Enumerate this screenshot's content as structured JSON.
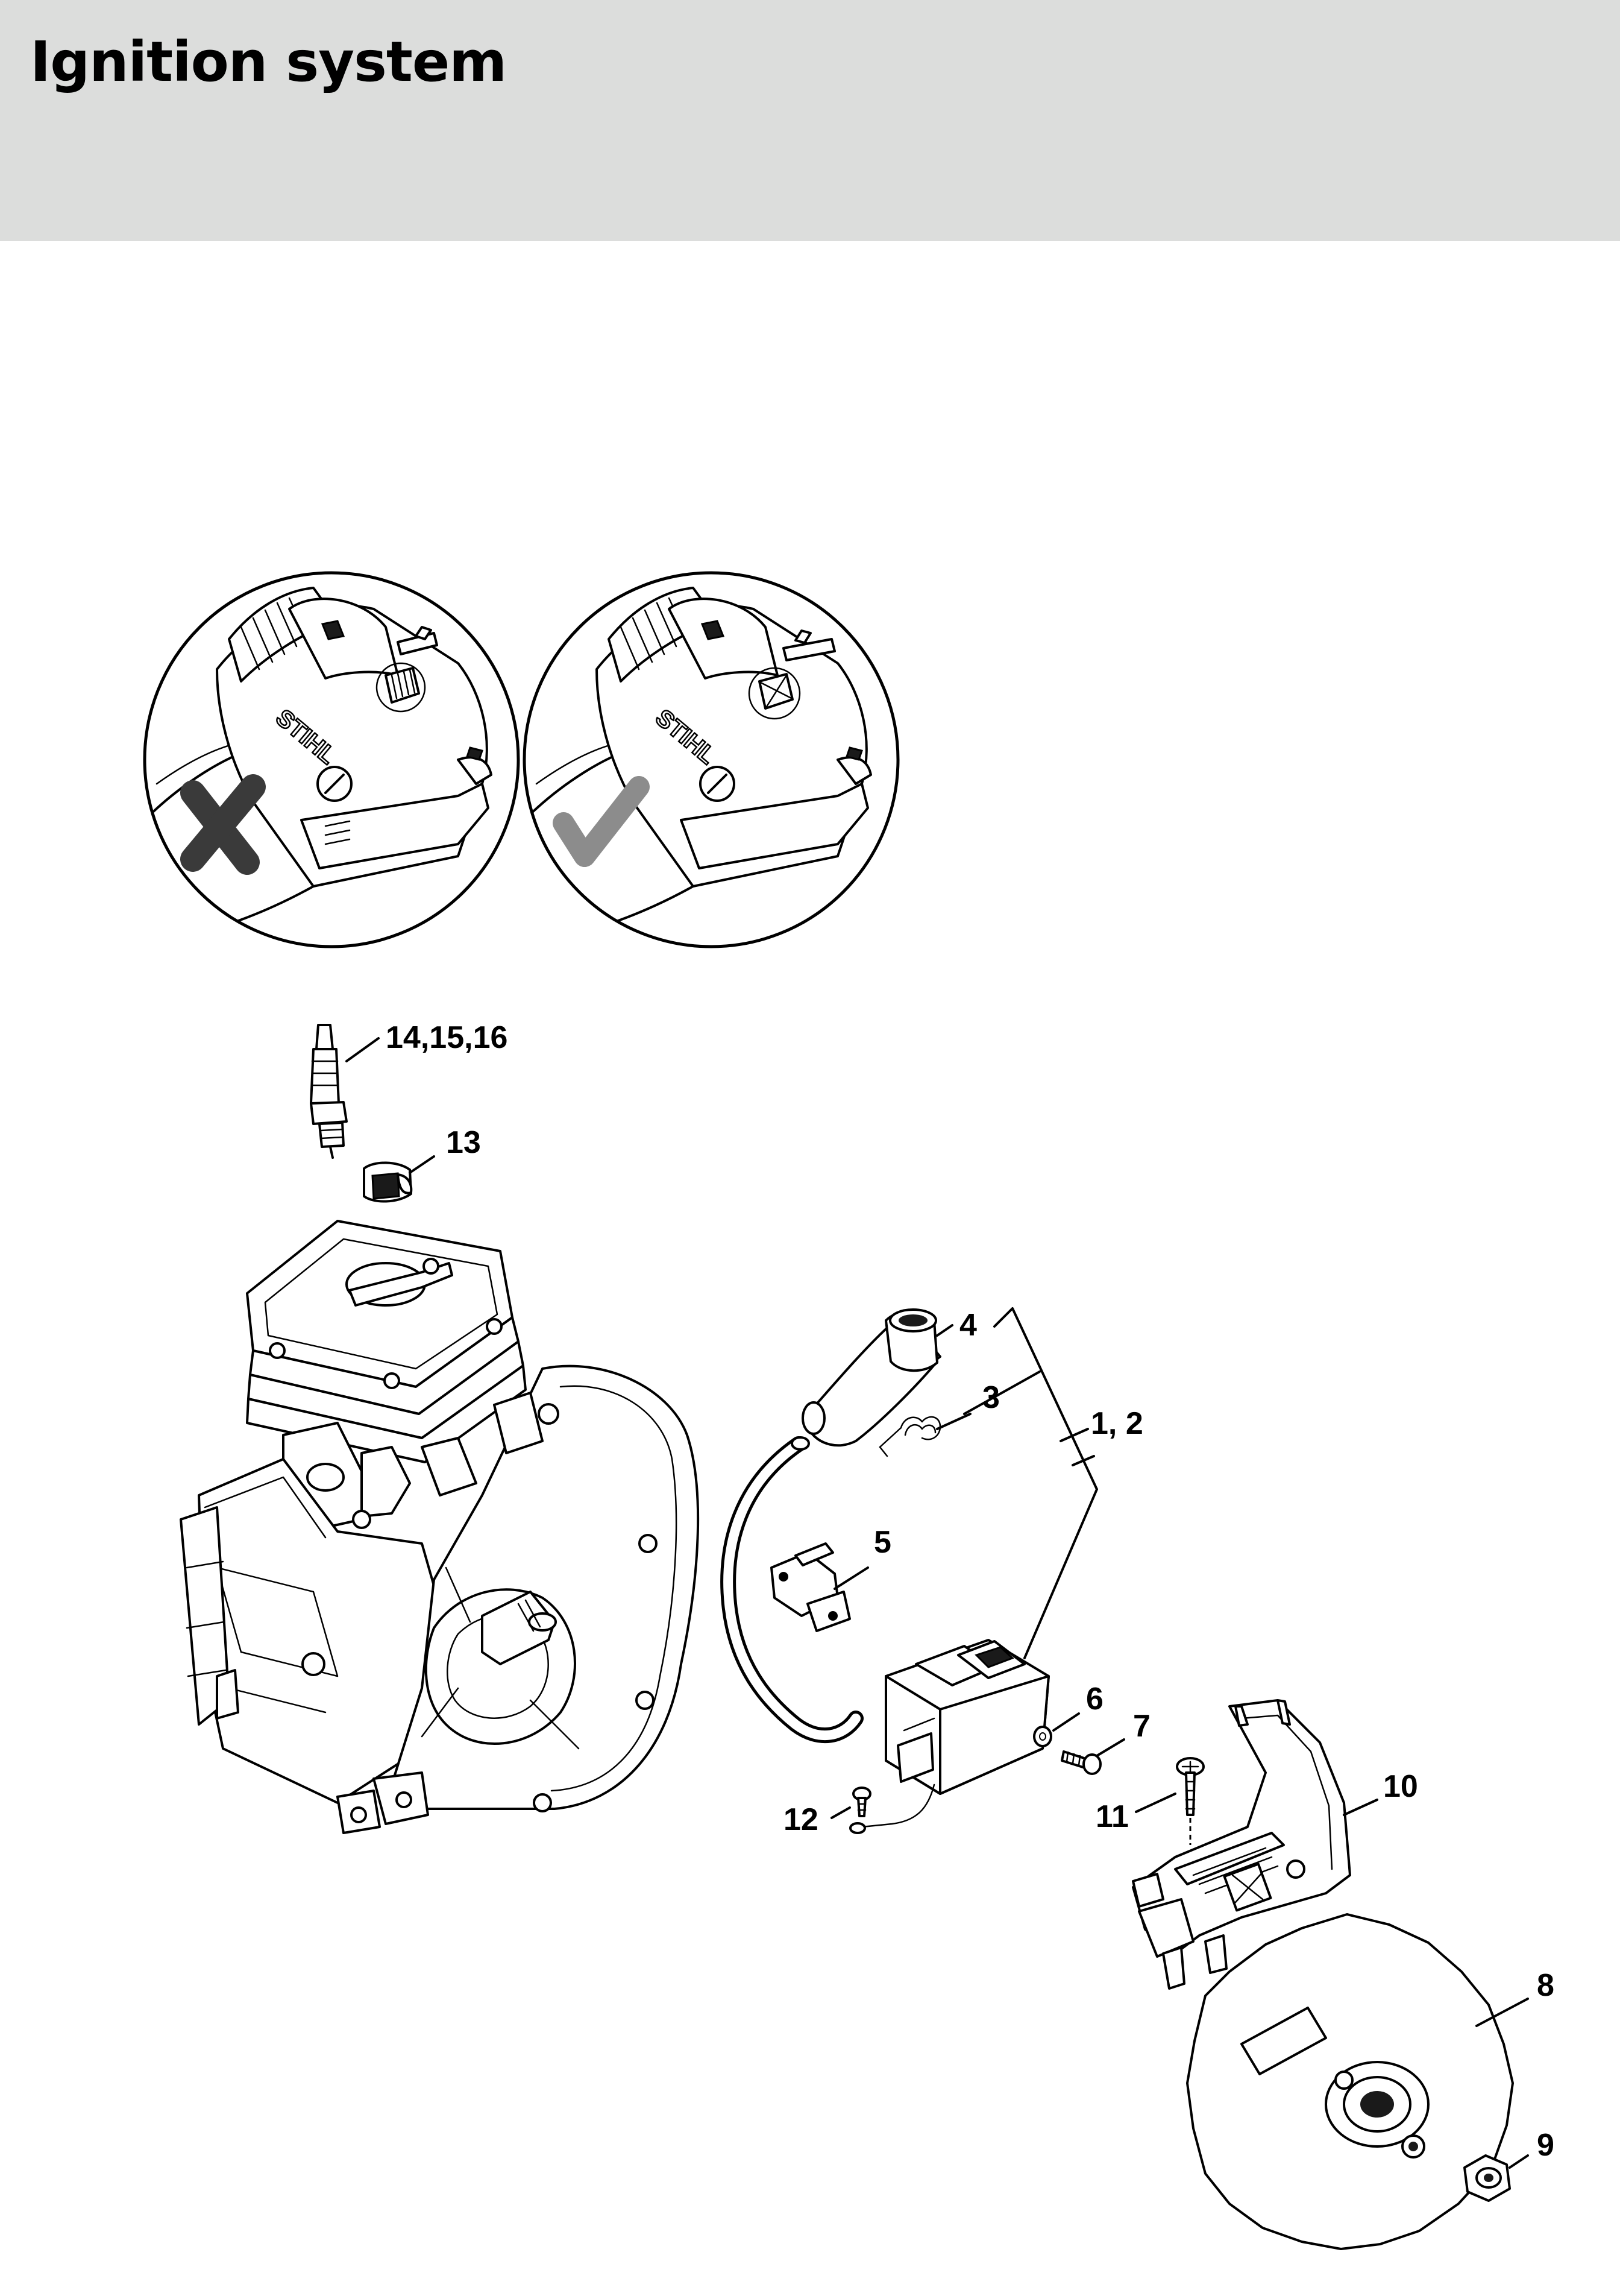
{
  "page": {
    "title": "Ignition system"
  },
  "inset": {
    "wrong_brand": "STIHL",
    "right_brand": "STIHL",
    "wrong_icon": "cross-icon",
    "right_icon": "check-icon",
    "mark_colors": {
      "cross": "#3a3a3a",
      "check": "#8c8c8c"
    }
  },
  "callouts": [
    {
      "id": "c-14-15-16",
      "label": "14,15,16"
    },
    {
      "id": "c-13",
      "label": "13"
    },
    {
      "id": "c-4",
      "label": "4"
    },
    {
      "id": "c-3",
      "label": "3"
    },
    {
      "id": "c-1-2",
      "label": "1, 2"
    },
    {
      "id": "c-5",
      "label": "5"
    },
    {
      "id": "c-6",
      "label": "6"
    },
    {
      "id": "c-7",
      "label": "7"
    },
    {
      "id": "c-10",
      "label": "10"
    },
    {
      "id": "c-11",
      "label": "11"
    },
    {
      "id": "c-12",
      "label": "12"
    },
    {
      "id": "c-8",
      "label": "8"
    },
    {
      "id": "c-9",
      "label": "9"
    }
  ],
  "colors": {
    "header_bg": "#dcdddc",
    "line": "#000000"
  }
}
